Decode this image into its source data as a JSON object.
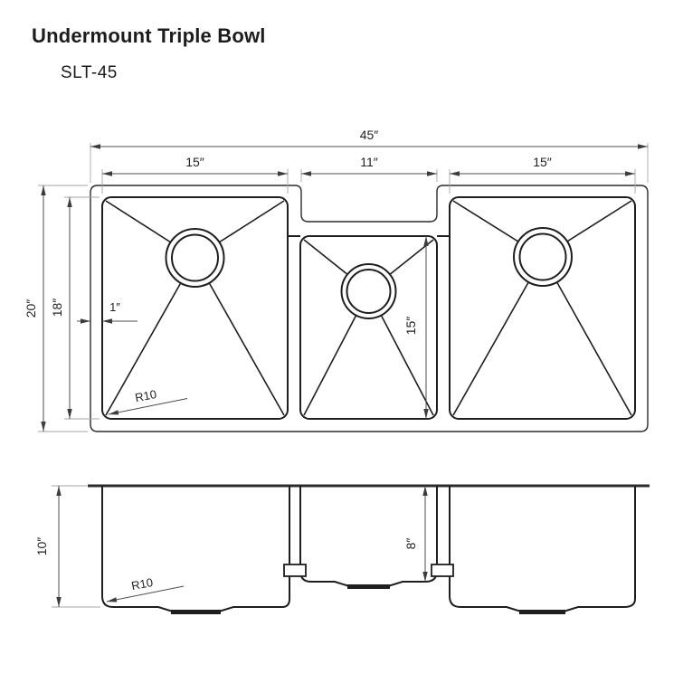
{
  "header": {
    "title": "Undermount Triple Bowl",
    "model": "SLT-45"
  },
  "top_view": {
    "overall_width": "45″",
    "left_bowl_width": "15″",
    "center_bowl_width": "11″",
    "right_bowl_width": "15″",
    "overall_front_to_back": "20″",
    "side_bowl_front_to_back": "18″",
    "rim_width": "1″",
    "center_bowl_front_to_back": "15″",
    "corner_radius": "R10"
  },
  "front_view": {
    "side_bowl_depth": "10″",
    "center_bowl_depth": "8″",
    "corner_radius": "R10"
  },
  "colors": {
    "outline": "#272727",
    "dimension_line": "#4d4d4d",
    "extension_line": "#a6a6a6",
    "text": "#1c1c1c",
    "background": "#ffffff"
  }
}
